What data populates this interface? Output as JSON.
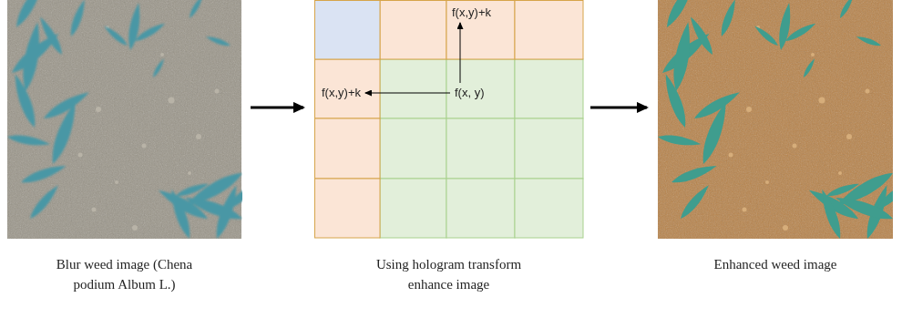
{
  "diagram": {
    "nodes": [
      {
        "text": [
          "Blur weed image (Chena podium Album L.)"
        ]
      },
      {
        "text": [
          "Using hologram transform enhance image"
        ]
      },
      {
        "text": [
          "f(x,y)+k"
        ],
        "in": 1
      },
      {
        "text": [
          "f(x,y)+k"
        ],
        "in": 1
      },
      {
        "text": [
          "f(x, y)"
        ],
        "in": 1
      },
      {
        "text": [
          "Enhanced weed image"
        ]
      }
    ],
    "edges": [
      {
        "from": 0,
        "to": 1,
        "arrow": "to"
      },
      {
        "from": 1,
        "to": 5,
        "arrow": "to"
      },
      {
        "from": 4,
        "to": 2,
        "arrow": "to"
      },
      {
        "from": 4,
        "to": 3,
        "arrow": "to"
      }
    ]
  }
}
